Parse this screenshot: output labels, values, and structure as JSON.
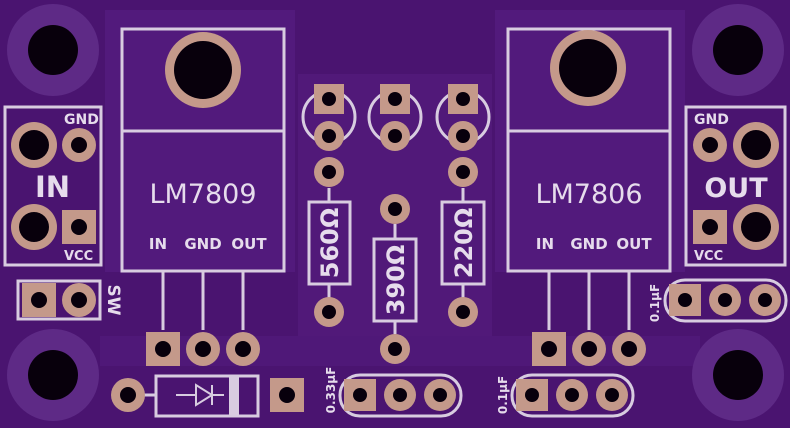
{
  "colors": {
    "board": "#4a1470",
    "board_light": "#5a1f86",
    "silkscreen": "#d8cce0",
    "copper_pad": "#c4998a",
    "drill_hole": "#08000c"
  },
  "regulator_left": {
    "part": "LM7809",
    "pin_in": "IN",
    "pin_gnd": "GND",
    "pin_out": "OUT"
  },
  "regulator_right": {
    "part": "LM7806",
    "pin_in": "IN",
    "pin_gnd": "GND",
    "pin_out": "OUT"
  },
  "connector_in": {
    "label": "IN",
    "gnd": "GND",
    "vcc": "VCC"
  },
  "connector_out": {
    "label": "OUT",
    "gnd": "GND",
    "vcc": "VCC"
  },
  "switch_label": "SW",
  "resistors": {
    "r1": "560Ω",
    "r2": "390Ω",
    "r3": "220Ω"
  },
  "capacitors": {
    "c_in": "0.33µF",
    "c_mid": "0.1µF",
    "c_out": "0.1µF"
  }
}
